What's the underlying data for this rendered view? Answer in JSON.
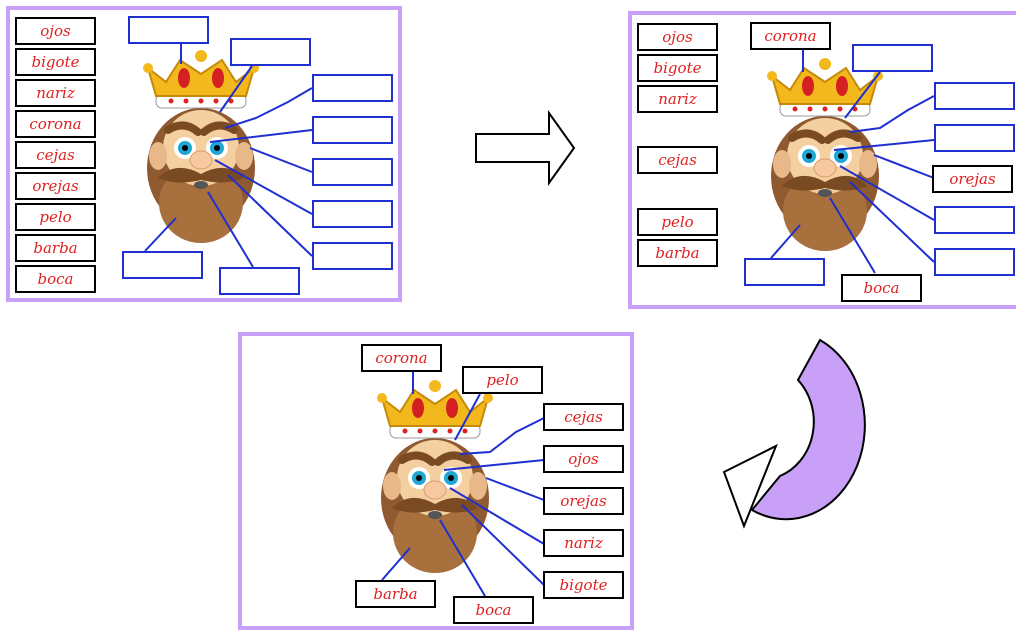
{
  "word_bank": [
    "ojos",
    "bigote",
    "nariz",
    "corona",
    "cejas",
    "orejas",
    "pelo",
    "barba",
    "boca"
  ],
  "step2": {
    "bank": [
      "ojos",
      "bigote",
      "nariz",
      "cejas",
      "pelo",
      "barba"
    ],
    "placed": {
      "corona": "corona",
      "orejas": "orejas",
      "boca": "boca"
    }
  },
  "step3": {
    "corona": "corona",
    "pelo": "pelo",
    "cejas": "cejas",
    "ojos": "ojos",
    "orejas": "orejas",
    "nariz": "nariz",
    "bigote": "bigote",
    "barba": "barba",
    "boca": "boca"
  },
  "colors": {
    "panel_border": "#c9a0f7",
    "label_text": "#e02020",
    "leader_line": "#1f2fd0",
    "curved_arrow_fill": "#c9a0f7"
  },
  "icons": [
    "king-face-illustration",
    "right-arrow-icon",
    "curved-arrow-icon"
  ]
}
